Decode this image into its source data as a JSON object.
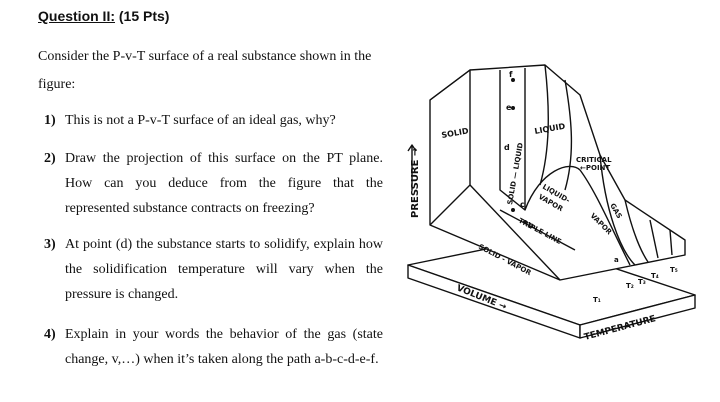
{
  "heading": {
    "label": "Question II:",
    "points": "(15 Pts)"
  },
  "intro": "Consider the P-v-T surface of a real substance shown in the figure:",
  "questions": [
    {
      "num": "1)",
      "text": "This is not a P-v-T surface of an ideal gas, why?"
    },
    {
      "num": "2)",
      "text": "Draw the projection of this surface on the PT plane. How can you deduce from the figure that the represented substance contracts on freezing?"
    },
    {
      "num": "3)",
      "text": "At point (d) the substance starts to solidify, explain how the solidification temperature will vary when the pressure is changed."
    },
    {
      "num": "4)",
      "text": "Explain in your words the behavior of the gas (state change, v,…) when it’s taken along the path a-b-c-d-e-f."
    }
  ],
  "figure": {
    "pressure": "PRESSURE →",
    "volume": "VOLUME →",
    "temperature": "TEMPERATURE",
    "solid": "SOLID",
    "liquid": "LIQUID",
    "solid_liquid": "SOLID — LIQUID",
    "critical": "CRITICAL",
    "point": "←POINT",
    "gas": "GAS",
    "vapor": "VAPOR",
    "liquid_vapor_1": "LIQUID-",
    "liquid_vapor_2": "VAPOR",
    "triple_line": "TRIPLE LINE",
    "solid_vapor": "SOLID - VAPOR",
    "pt_a": "a",
    "pt_b": "b",
    "pt_c": "c",
    "pt_d": "d",
    "pt_e": "e",
    "pt_f": "f",
    "t1": "T₁",
    "t2": "T₂",
    "t3": "T₃",
    "t4": "T₄",
    "t5": "T₅"
  }
}
